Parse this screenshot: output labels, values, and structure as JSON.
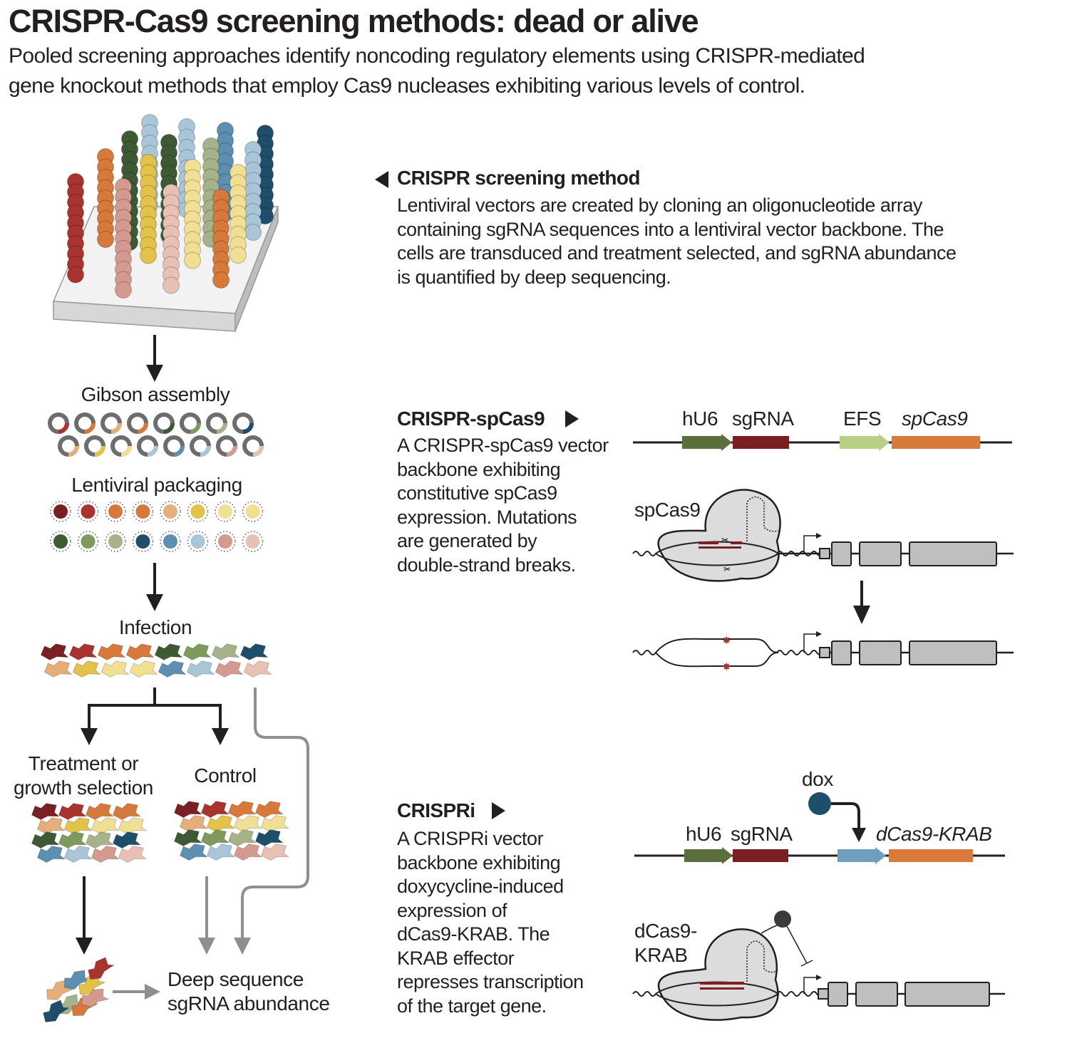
{
  "header": {
    "title": "CRISPR-Cas9 screening methods: dead or alive",
    "subtitle_line1": "Pooled screening approaches identify noncoding regulatory elements using CRISPR-mediated",
    "subtitle_line2": "gene knockout methods that employ Cas9 nucleases exhibiting various levels of control."
  },
  "screening": {
    "heading": "CRISPR screening method",
    "line1": "Lentiviral vectors are created by cloning an oligonucleotide array",
    "line2": "containing sgRNA sequences into a lentiviral vector backbone. The",
    "line3": "cells are transduced and treatment selected, and sgRNA abundance",
    "line4": "is quantified by deep sequencing."
  },
  "workflow": {
    "gibson": "Gibson assembly",
    "packaging": "Lentiviral packaging",
    "infection": "Infection",
    "treatment_line1": "Treatment or",
    "treatment_line2": "growth selection",
    "control": "Control",
    "deep_line1": "Deep sequence",
    "deep_line2": "sgRNA abundance"
  },
  "spcas9": {
    "heading": "CRISPR-spCas9",
    "lines": [
      "A CRISPR-spCas9 vector",
      "backbone exhibiting",
      "constitutive spCas9",
      "expression. Mutations",
      "are generated by",
      "double-strand breaks."
    ],
    "vector_labels": {
      "hu6": "hU6",
      "sgrna": "sgRNA",
      "efs": "EFS",
      "cas": "spCas9"
    },
    "protein_label": "spCas9"
  },
  "crispri": {
    "heading": "CRISPRi",
    "lines": [
      "A CRISPRi vector",
      "backbone exhibiting",
      "doxycycline-induced",
      "expression of",
      "dCas9-KRAB. The",
      "KRAB effector",
      "represses transcription",
      "of the target gene."
    ],
    "vector_labels": {
      "hu6": "hU6",
      "sgrna": "sgRNA",
      "dox": "dox",
      "cas": "dCas9-KRAB"
    },
    "protein_label_line1": "dCas9-",
    "protein_label_line2": "KRAB"
  },
  "colors": {
    "dark_red": "#7a1f22",
    "red": "#a8332f",
    "orange": "#d6793a",
    "light_orange": "#e6ae7a",
    "yellow": "#e3c24a",
    "pale_yellow": "#f1df94",
    "dark_green": "#3e5a35",
    "green": "#7f9a5d",
    "sage": "#a5b28a",
    "teal_dark": "#1f4e6b",
    "blue": "#5d8fb0",
    "light_blue": "#a9c6d9",
    "pink": "#d49a90",
    "light_pink": "#e8c1b4",
    "hu6_arrow": "#5b6e3e",
    "sgrna_box": "#7a1f22",
    "efs_arrow": "#b9cf86",
    "cas_box": "#d87a3c",
    "dox_arrow": "#6f9fbf",
    "dox_ball": "#1f4e6b",
    "protein_fill": "#dcdcdc",
    "exon_fill": "#bfbfbf"
  }
}
